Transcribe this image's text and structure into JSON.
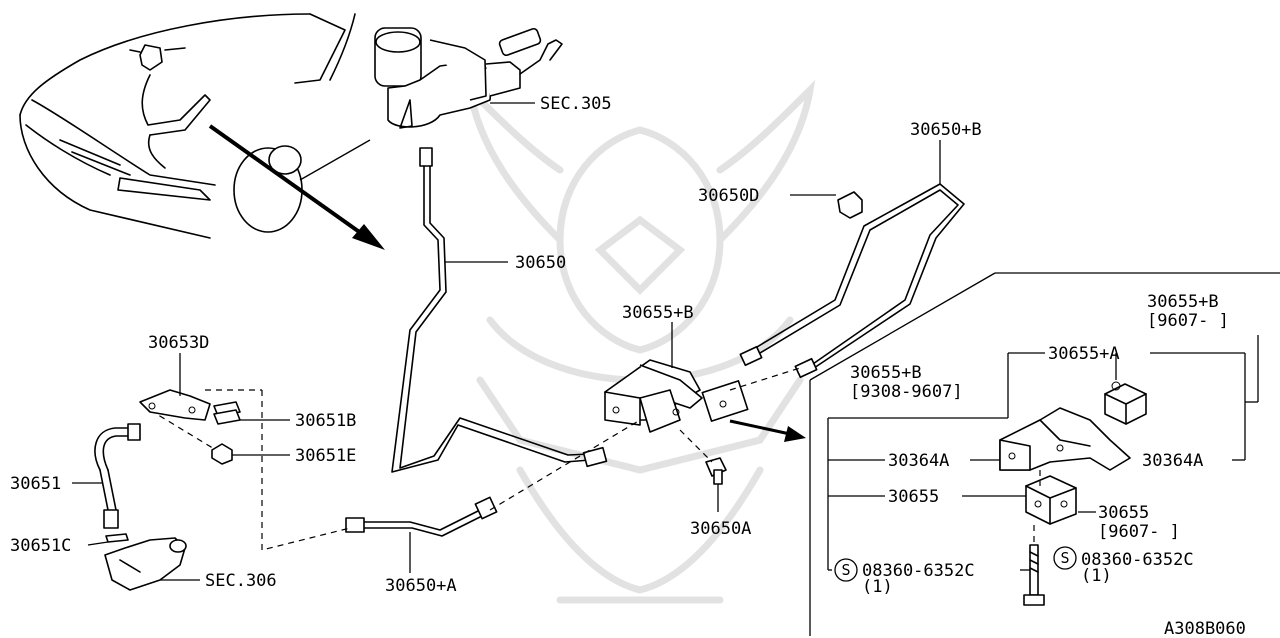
{
  "diagram_id": "A308B060",
  "labels": {
    "sec305": "SEC.305",
    "p30650B": "30650+B",
    "p30650D": "30650D",
    "p30650": "30650",
    "p30655B": "30655+B",
    "p30653D": "30653D",
    "p30651B": "30651B",
    "p30651E": "30651E",
    "p30651": "30651",
    "p30651C": "30651C",
    "sec306": "SEC.306",
    "p30650A": "30650A",
    "p30650plusA": "30650+A"
  },
  "inset": {
    "top_right_part": "30655+B",
    "top_right_range": "[9607-    ]",
    "p30655A": "30655+A",
    "left_part": "30655+B",
    "left_range": "[9308-9607]",
    "p30364A_left": "30364A",
    "p30364A_right": "30364A",
    "p30655_left": "30655",
    "p30655_right": "30655",
    "p30655_right_range": "[9607-    ]",
    "bolt_left": "08360-6352C",
    "bolt_left_qty": "(1)",
    "bolt_right": "08360-6352C",
    "bolt_right_qty": "(1)",
    "s_mark": "S"
  },
  "colors": {
    "line": "#000000",
    "watermark": "#e2e2e2",
    "background": "#ffffff"
  }
}
